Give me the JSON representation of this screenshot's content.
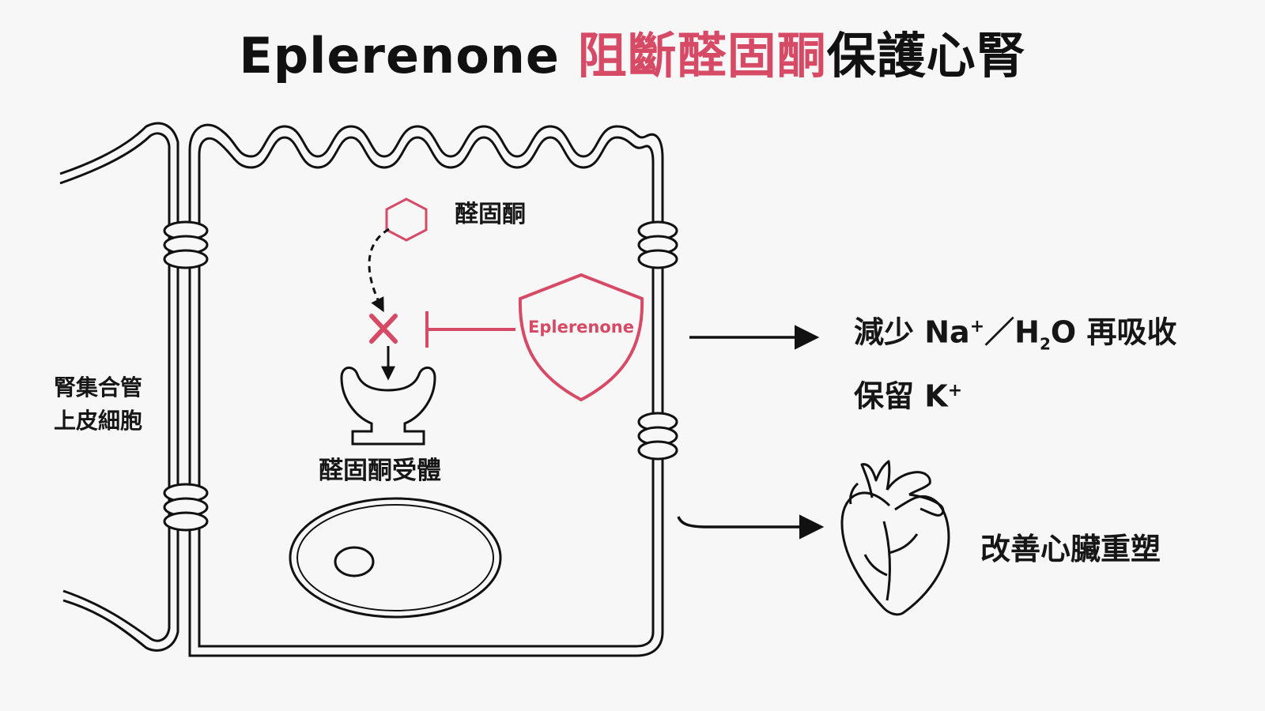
{
  "title": {
    "drug": "Eplerenone",
    "accent": "阻斷醛固酮",
    "rest": "保護心腎"
  },
  "colors": {
    "accent": "#d64a66",
    "ink": "#161616",
    "background": "#f7f7f7"
  },
  "cell_label": {
    "line1": "腎集合管",
    "line2": "上皮細胞"
  },
  "molecule": {
    "label": "醛固酮",
    "icon": "hexagon-icon"
  },
  "drug_shield": {
    "label": "Eplerenone",
    "icon": "shield-icon"
  },
  "receptor": {
    "label": "醛固酮受體",
    "icon": "receptor-icon"
  },
  "block_mark": {
    "icon": "cross-icon"
  },
  "effect_renal": {
    "prefix": "減少",
    "na": "Na",
    "plus": "+",
    "slash": "／",
    "h": "H",
    "sub2": "2",
    "o": "O",
    "suffix": "再吸收",
    "retain": "保留",
    "k": "K",
    "k_plus": "+"
  },
  "effect_cardiac": {
    "label": "改善心臟重塑",
    "icon": "heart-icon"
  }
}
